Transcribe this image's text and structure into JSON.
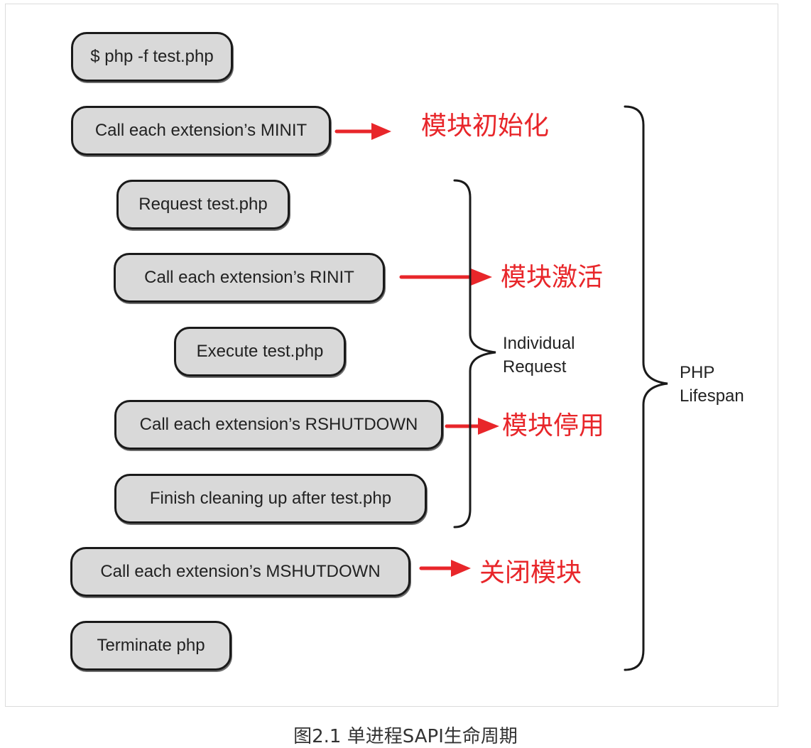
{
  "diagram": {
    "steps": [
      "$ php -f test.php",
      "Call each extension’s MINIT",
      "Request test.php",
      "Call each extension’s RINIT",
      "Execute test.php",
      "Call each extension’s RSHUTDOWN",
      "Finish cleaning up after test.php",
      "Call each extension’s MSHUTDOWN",
      "Terminate php"
    ],
    "annotations": [
      "模块初始化",
      "模块激活",
      "模块停用",
      "关闭模块"
    ],
    "brace_labels": {
      "individual_request": [
        "Individual",
        "Request"
      ],
      "php_lifespan": [
        "PHP",
        "Lifespan"
      ]
    },
    "colors": {
      "box_fill": "#d9d9d9",
      "box_border": "#1a1a1a",
      "annotation": "#e8262a"
    }
  },
  "caption": "图2.1 单进程SAPI生命周期"
}
